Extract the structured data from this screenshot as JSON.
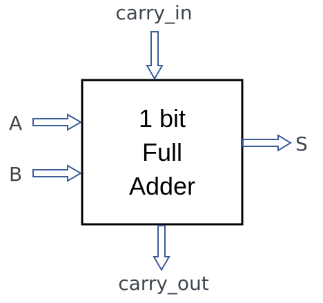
{
  "block": {
    "lines": [
      "1 bit",
      "Full",
      "Adder"
    ]
  },
  "inputs": {
    "carry_in": "carry_in",
    "a": "A",
    "b": "B"
  },
  "outputs": {
    "sum": "S",
    "carry_out": "carry_out"
  },
  "colors": {
    "label": "#3f4650",
    "arrow_stroke": "#3a5c9a",
    "arrow_fill": "#ffffff",
    "block_stroke": "#000000",
    "block_text": "#000000"
  }
}
